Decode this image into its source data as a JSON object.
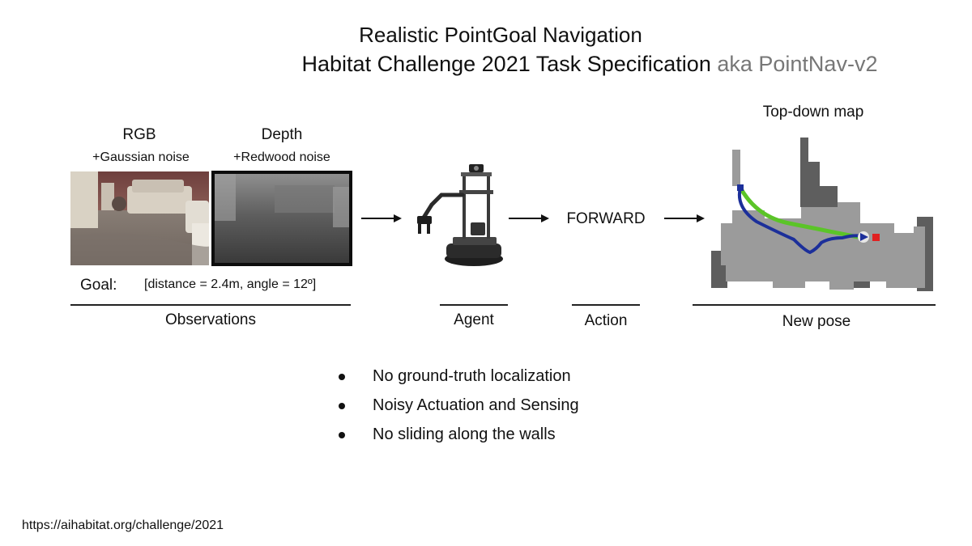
{
  "header": {
    "title": "Realistic PointGoal Navigation",
    "subtitle": "Habitat Challenge 2021 Task Specification",
    "subtitle_aka": "aka PointNav-v2"
  },
  "observations": {
    "rgb_label": "RGB",
    "rgb_noise": "+Gaussian noise",
    "depth_label": "Depth",
    "depth_noise": "+Redwood noise",
    "goal_label": "Goal:",
    "goal_value": "[distance = 2.4m, angle = 12º]",
    "caption": "Observations"
  },
  "agent": {
    "caption": "Agent"
  },
  "action": {
    "value": "FORWARD",
    "caption": "Action"
  },
  "new_pose": {
    "map_label": "Top-down map",
    "caption": "New pose"
  },
  "bullets": [
    "No ground-truth localization",
    "Noisy Actuation and Sensing",
    "No sliding along the walls"
  ],
  "footer": {
    "url": "https://aihabitat.org/challenge/2021"
  },
  "colors": {
    "path_gt": "#5bc428",
    "path_agent": "#1c2f9a",
    "goal_marker": "#e02020",
    "map_floor": "#9b9b9b",
    "map_wall": "#5e5e5e"
  }
}
